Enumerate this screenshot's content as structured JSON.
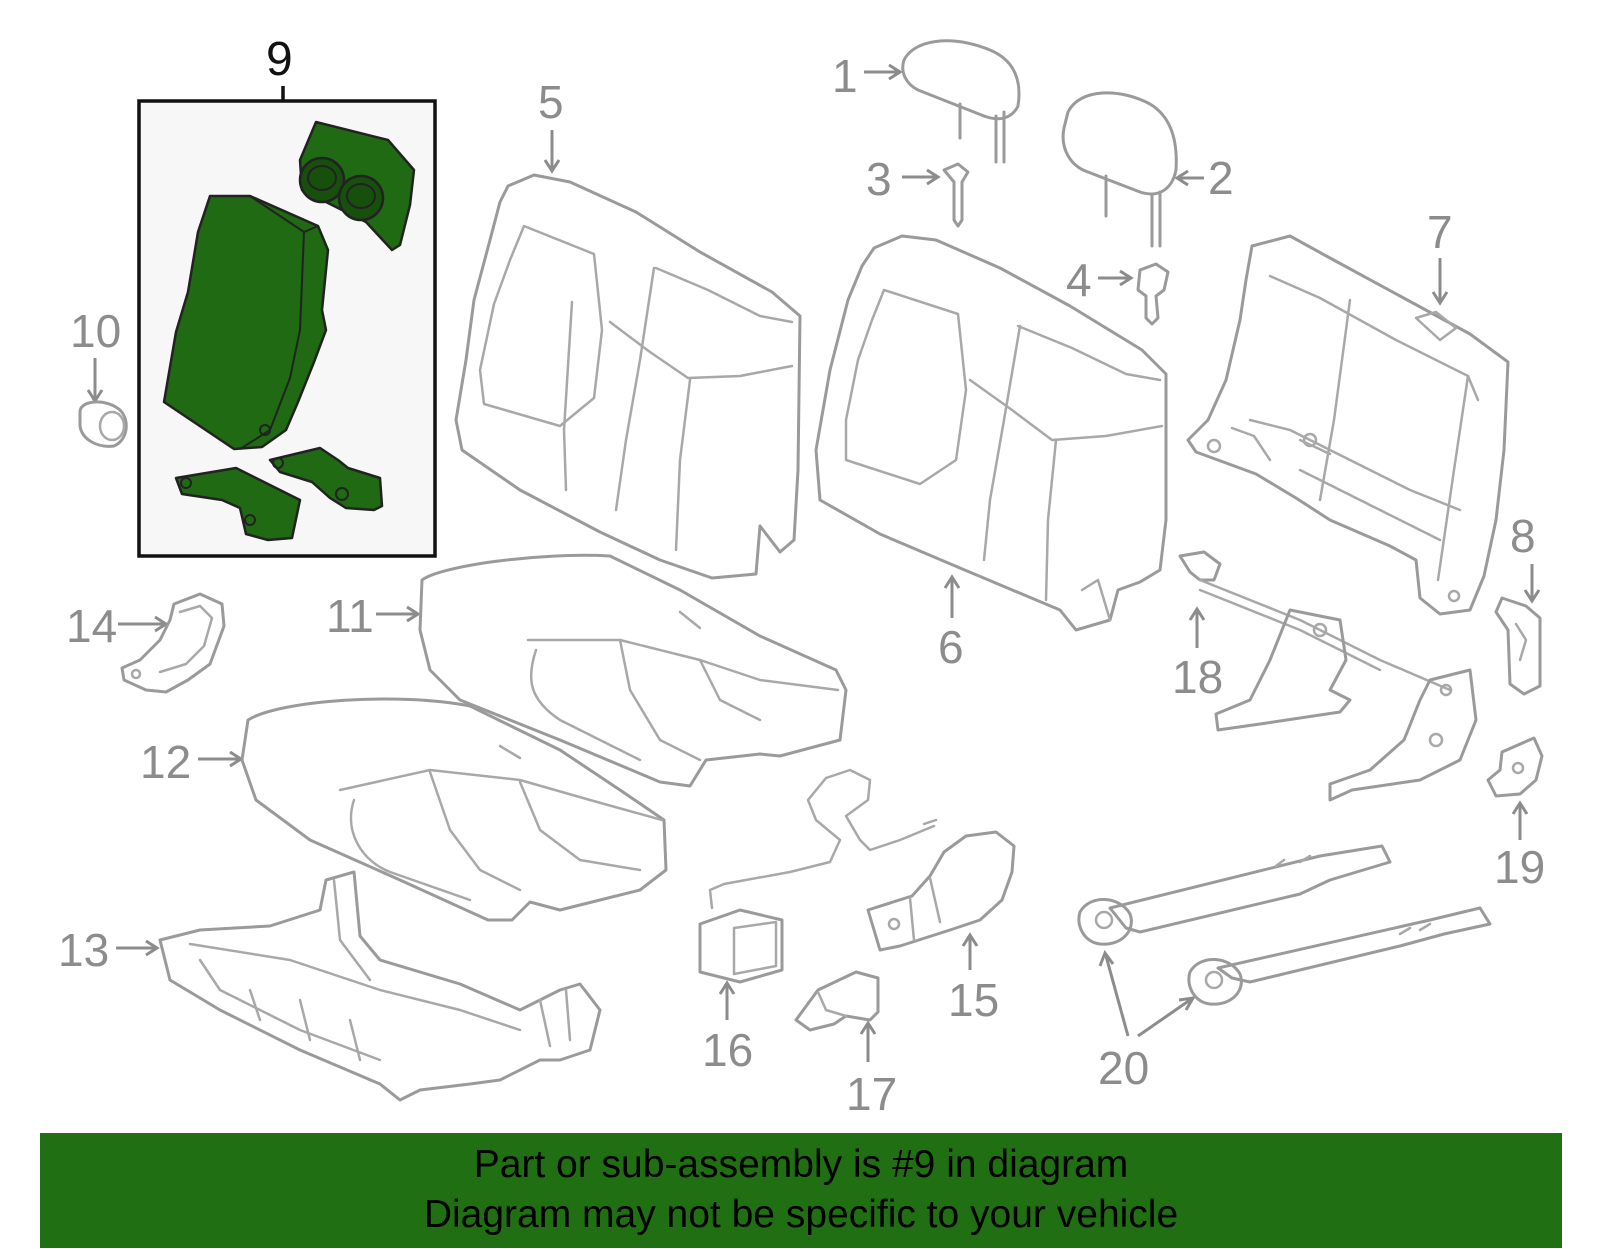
{
  "callouts": {
    "c1": "1",
    "c2": "2",
    "c3": "3",
    "c4": "4",
    "c5": "5",
    "c6": "6",
    "c7": "7",
    "c8": "8",
    "c9": "9",
    "c10": "10",
    "c11": "11",
    "c12": "12",
    "c13": "13",
    "c14": "14",
    "c15": "15",
    "c16": "16",
    "c17": "17",
    "c18": "18",
    "c19": "19",
    "c20": "20"
  },
  "highlighted_part": "9",
  "colors": {
    "highlight": "#1f6a12",
    "banner": "#216f13",
    "line_art": "#9a9a9a"
  },
  "banner": {
    "line1": "Part or sub-assembly is #9 in diagram",
    "line2": "Diagram may not be specific to your vehicle"
  }
}
